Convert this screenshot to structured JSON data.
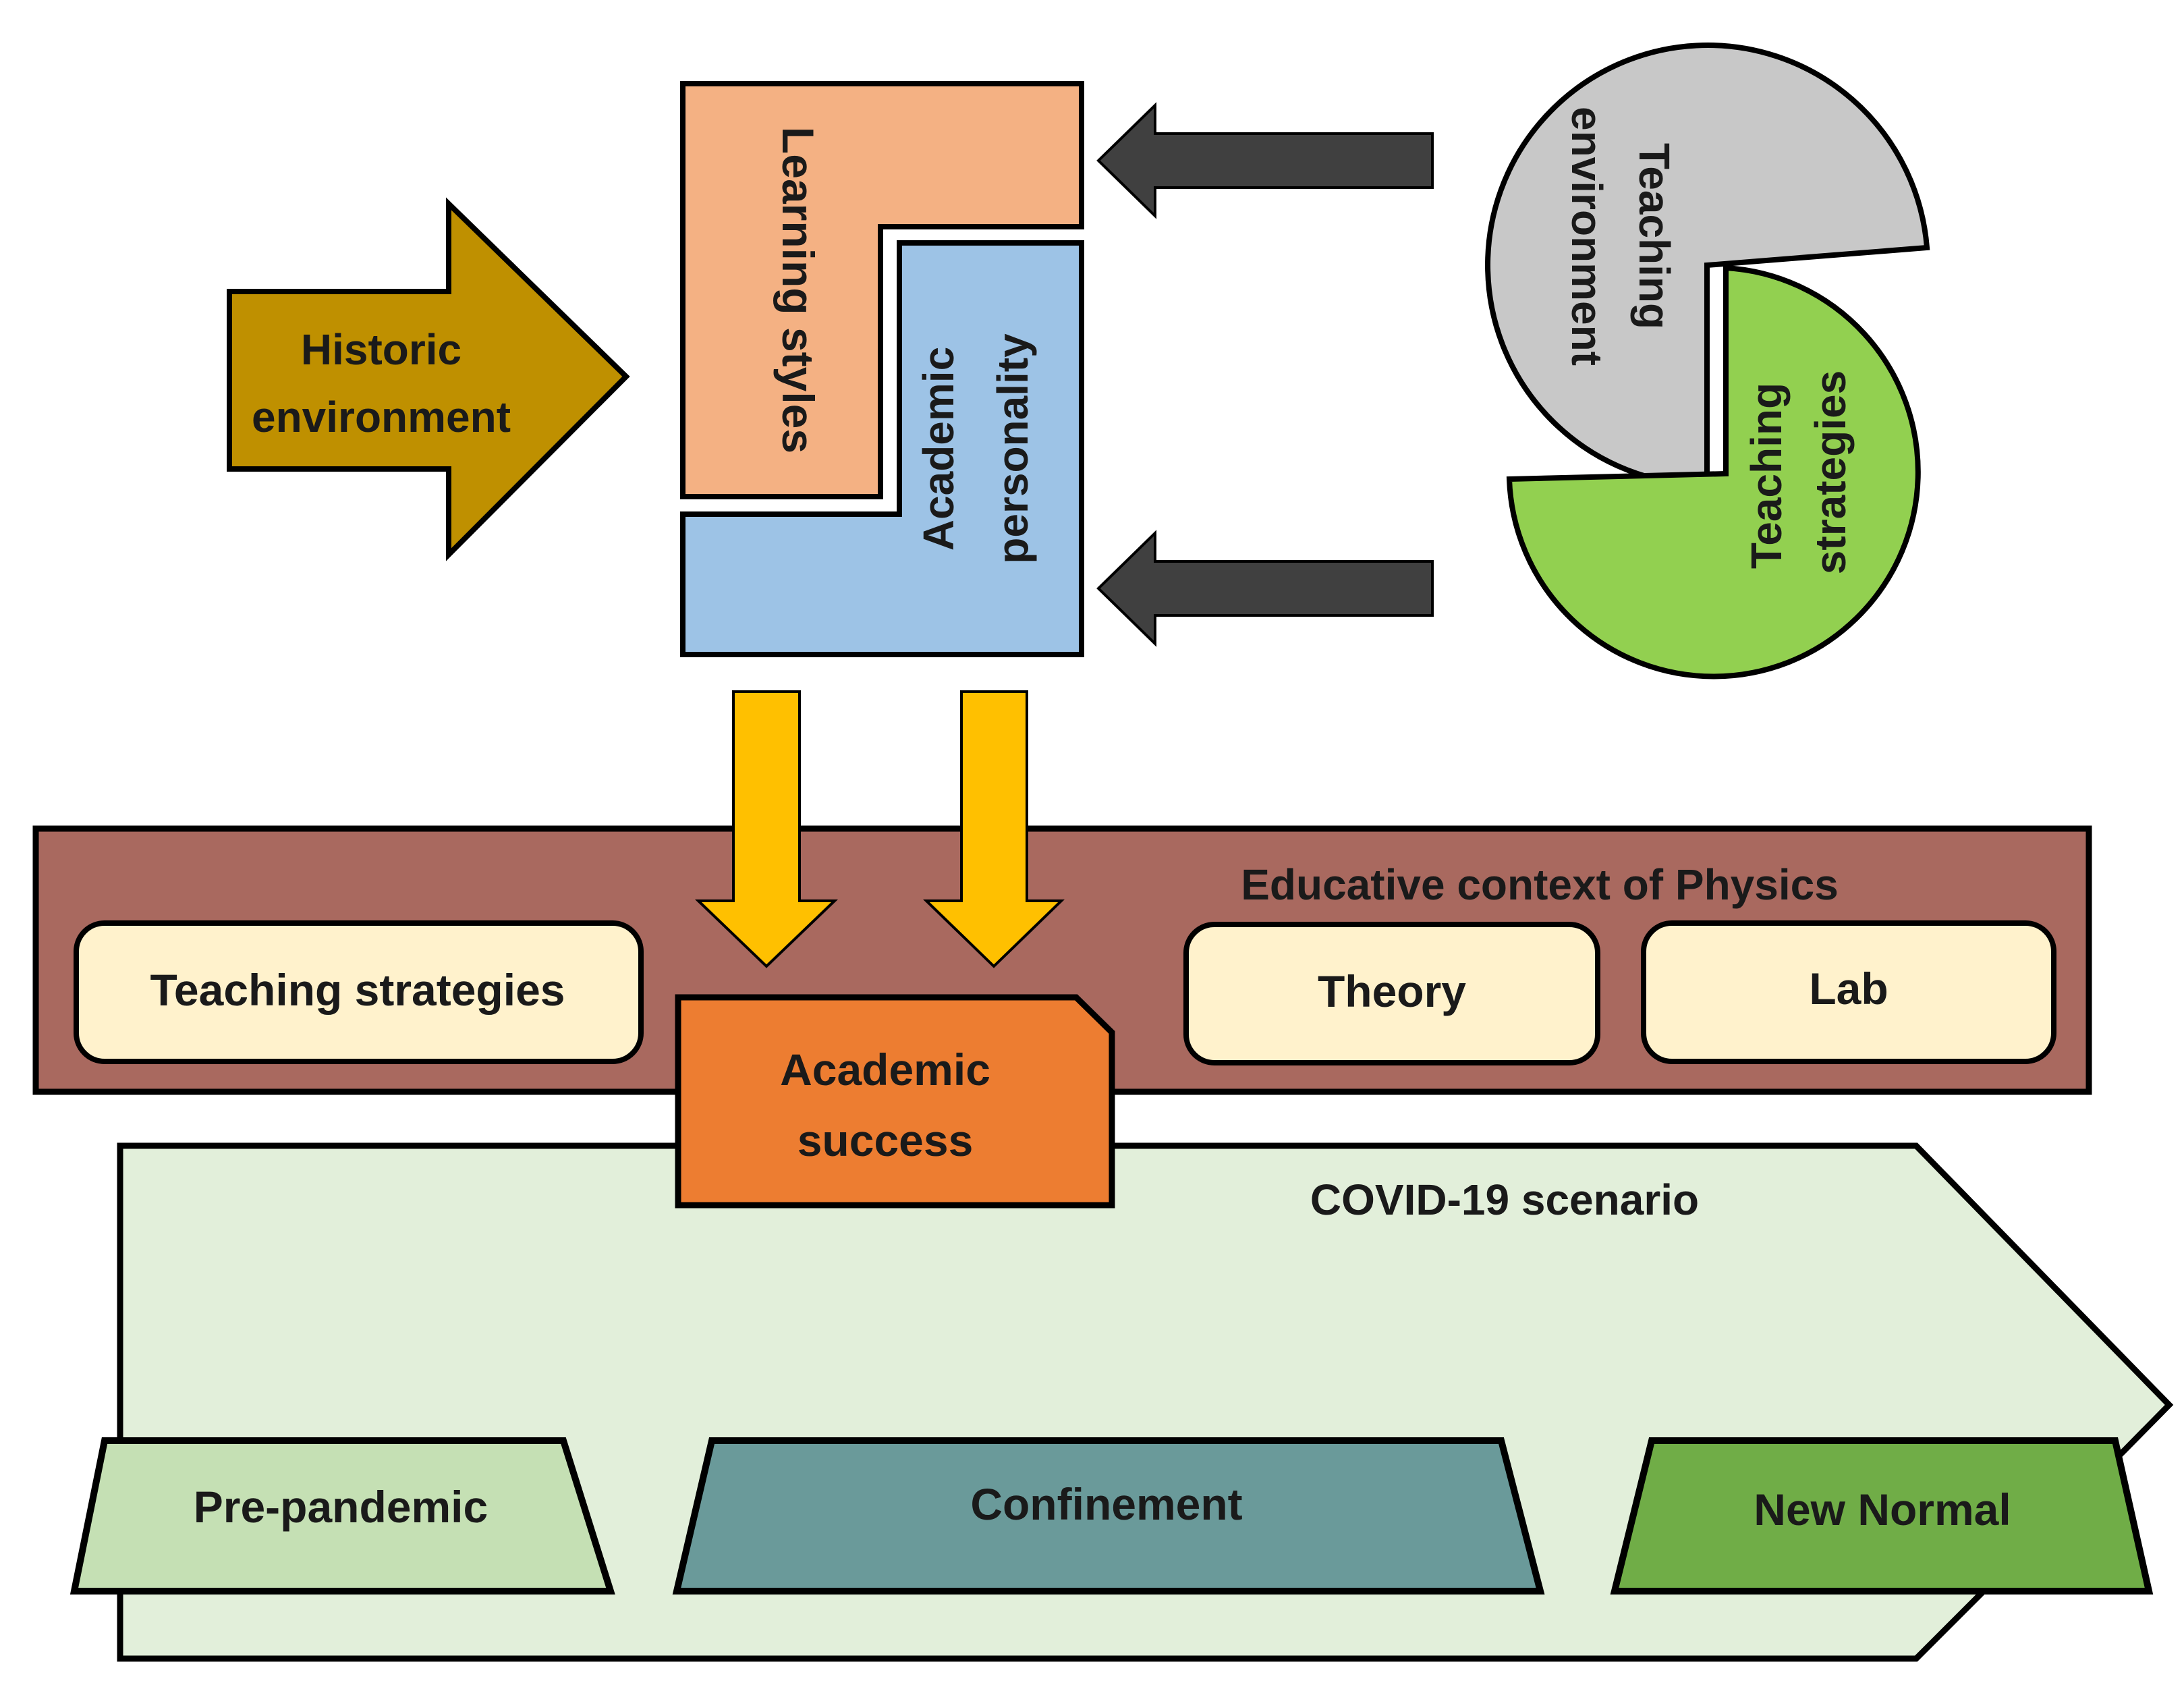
{
  "labels": {
    "historic_environment": [
      "Historic",
      "environment"
    ],
    "learning_styles": "Learning styles",
    "academic_personality": [
      "Academic",
      "personality"
    ],
    "teaching_environment": [
      "Teaching",
      "environment"
    ],
    "teaching_strategies_circle": [
      "Teaching",
      "strategies"
    ],
    "educative_context": "Educative context of Physics",
    "teaching_strategies_box": "Teaching strategies",
    "theory": "Theory",
    "lab": "Lab",
    "academic_success": [
      "Academic",
      "success"
    ],
    "covid_scenario": "COVID-19 scenario",
    "pre_pandemic": "Pre-pandemic",
    "confinement": "Confinement",
    "new_normal": "New Normal"
  },
  "colors": {
    "historic_arrow": "#bf9000",
    "learning_styles": "#f4b183",
    "academic_personality": "#9dc3e6",
    "teaching_environment": "#c8c8c8",
    "teaching_strategies_circle": "#92d050",
    "dark_arrow": "#404040",
    "yellow_arrow": "#ffc000",
    "educative_band": "#a9695f",
    "cream_box": "#fff2cc",
    "academic_success": "#ed7d31",
    "covid_arrow": "#e2efda",
    "pre_pandemic": "#c5e0b4",
    "confinement": "#6a9a9a",
    "new_normal": "#70ad47"
  }
}
